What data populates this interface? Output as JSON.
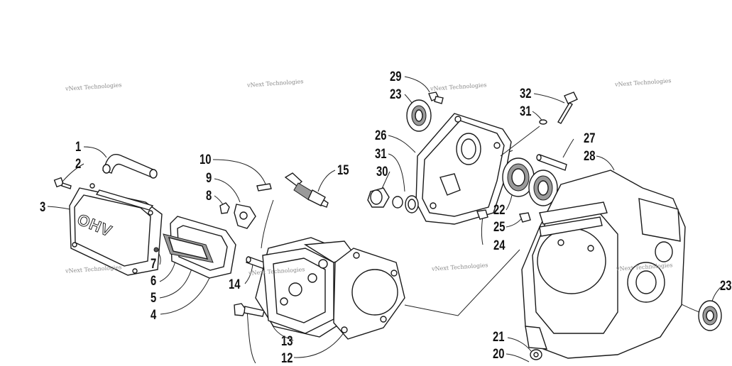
{
  "watermark": "vNext Technologies",
  "stamp_text": "OHV",
  "callouts": [
    "1",
    "2",
    "3",
    "4",
    "5",
    "6",
    "7",
    "8",
    "9",
    "10",
    "15",
    "14",
    "13",
    "12",
    "29",
    "23",
    "26",
    "31",
    "30",
    "32",
    "31",
    "27",
    "28",
    "22",
    "25",
    "24",
    "21",
    "20",
    "23"
  ]
}
